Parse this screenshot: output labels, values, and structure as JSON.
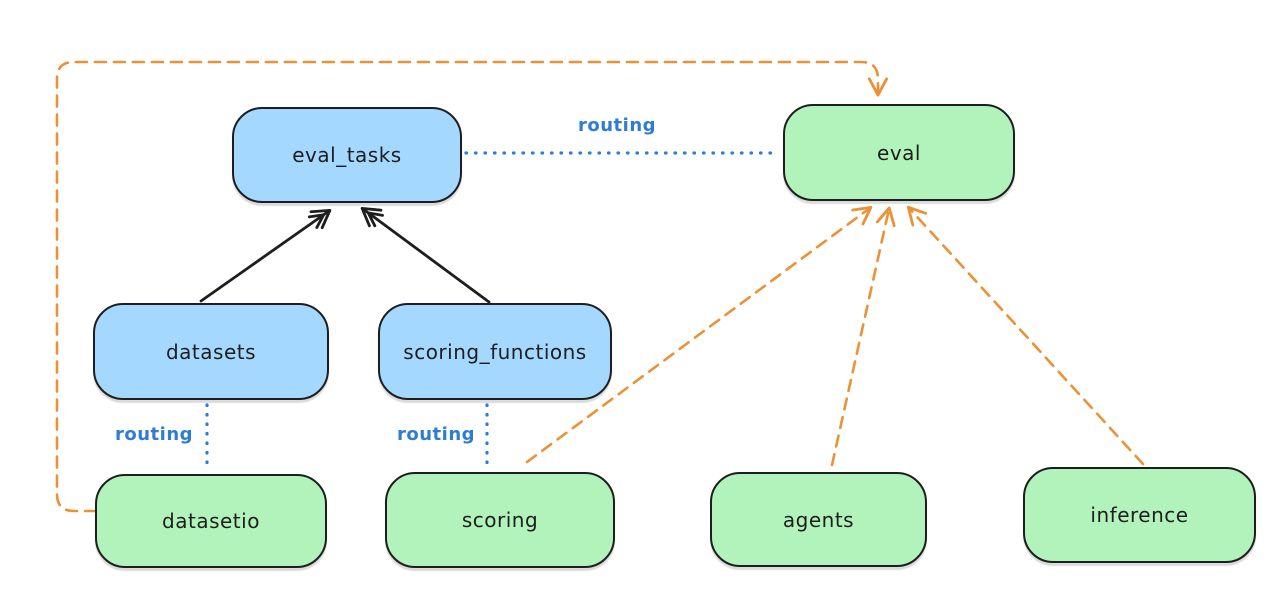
{
  "diagram": {
    "nodes": {
      "eval_tasks": {
        "label": "eval_tasks",
        "fill": "#a5d8ff",
        "kind": "resource"
      },
      "eval": {
        "label": "eval",
        "fill": "#b2f2bb",
        "kind": "api"
      },
      "datasets": {
        "label": "datasets",
        "fill": "#a5d8ff",
        "kind": "resource"
      },
      "scoring_functions": {
        "label": "scoring_functions",
        "fill": "#a5d8ff",
        "kind": "resource"
      },
      "datasetio": {
        "label": "datasetio",
        "fill": "#b2f2bb",
        "kind": "api"
      },
      "scoring": {
        "label": "scoring",
        "fill": "#b2f2bb",
        "kind": "api"
      },
      "agents": {
        "label": "agents",
        "fill": "#b2f2bb",
        "kind": "api"
      },
      "inference": {
        "label": "inference",
        "fill": "#b2f2bb",
        "kind": "api"
      }
    },
    "edge_labels": {
      "routing_top": "routing",
      "routing_left": "routing",
      "routing_mid": "routing"
    },
    "edges": [
      {
        "from": "datasets",
        "to": "eval_tasks",
        "style": "solid",
        "color": "#1e1e1e",
        "arrow": true,
        "label": ""
      },
      {
        "from": "scoring_functions",
        "to": "eval_tasks",
        "style": "solid",
        "color": "#1e1e1e",
        "arrow": true,
        "label": ""
      },
      {
        "from": "eval_tasks",
        "to": "eval",
        "style": "dotted",
        "color": "#2e7cd6",
        "arrow": false,
        "label": "routing"
      },
      {
        "from": "datasets",
        "to": "datasetio",
        "style": "dotted",
        "color": "#2e7cd6",
        "arrow": false,
        "label": "routing"
      },
      {
        "from": "scoring_functions",
        "to": "scoring",
        "style": "dotted",
        "color": "#2e7cd6",
        "arrow": false,
        "label": "routing"
      },
      {
        "from": "datasetio",
        "to": "eval",
        "style": "dashed",
        "color": "#ec9136",
        "arrow": true,
        "label": ""
      },
      {
        "from": "scoring",
        "to": "eval",
        "style": "dashed",
        "color": "#ec9136",
        "arrow": true,
        "label": ""
      },
      {
        "from": "agents",
        "to": "eval",
        "style": "dashed",
        "color": "#ec9136",
        "arrow": true,
        "label": ""
      },
      {
        "from": "inference",
        "to": "eval",
        "style": "dashed",
        "color": "#ec9136",
        "arrow": true,
        "label": ""
      }
    ],
    "colors": {
      "resource_fill": "#a5d8ff",
      "api_fill": "#b2f2bb",
      "stroke": "#1e1e1e",
      "routing_blue": "#2e7cd6",
      "dependency_orange": "#ec9136",
      "background": "#ffffff"
    }
  }
}
